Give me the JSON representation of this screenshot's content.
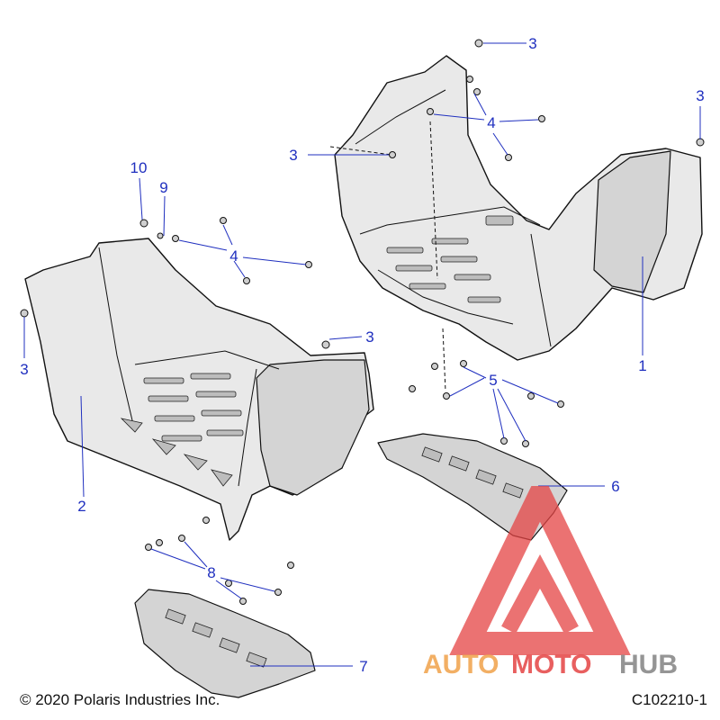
{
  "diagram": {
    "callouts": [
      {
        "label": "1"
      },
      {
        "label": "2"
      },
      {
        "label": "3"
      },
      {
        "label": "3"
      },
      {
        "label": "3"
      },
      {
        "label": "3"
      },
      {
        "label": "3"
      },
      {
        "label": "4"
      },
      {
        "label": "4"
      },
      {
        "label": "5"
      },
      {
        "label": "6"
      },
      {
        "label": "7"
      },
      {
        "label": "8"
      },
      {
        "label": "9"
      },
      {
        "label": "10"
      }
    ]
  },
  "footer": {
    "copyright": "© 2020 Polaris Industries Inc.",
    "figure_id": "C102210-1"
  },
  "watermark": {
    "word_auto": "AUTO",
    "word_moto": "MOTO",
    "word_hub": "HUB",
    "color_red": "#e54444",
    "color_orange": "#f0a24a",
    "color_gray": "#8a8a8a"
  }
}
